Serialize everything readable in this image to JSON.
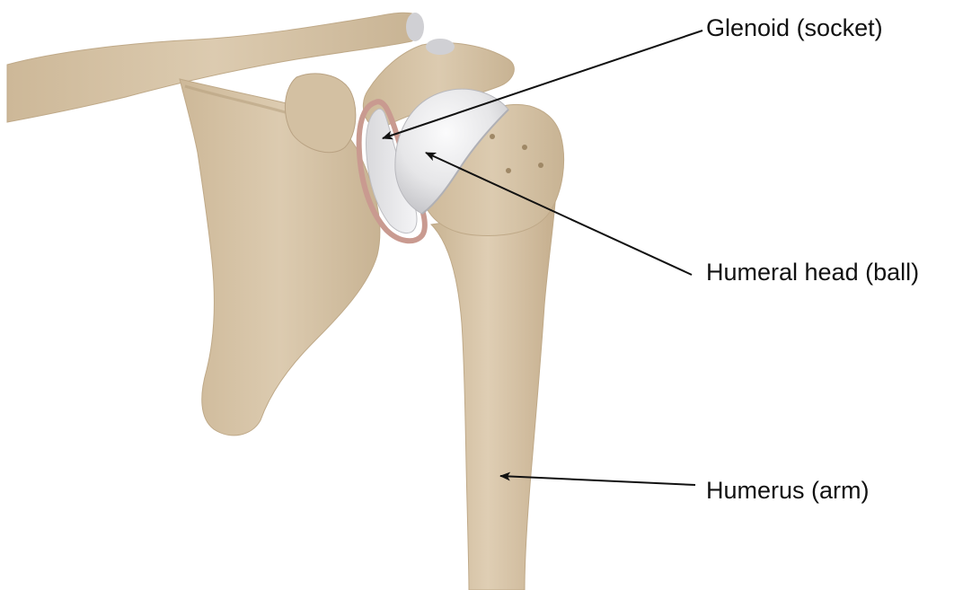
{
  "labels": {
    "glenoid": "Glenoid (socket)",
    "humeral_head": "Humeral head (ball)",
    "humerus": "Humerus (arm)"
  },
  "colors": {
    "bone": "#d8c6aa",
    "bone_shade": "#c7b291",
    "bone_dark": "#b39c7a",
    "implant": "#ececee",
    "implant_shade": "#c9c9cd",
    "labrum": "#c99a90",
    "leader_line": "#111111",
    "background": "#ffffff"
  }
}
